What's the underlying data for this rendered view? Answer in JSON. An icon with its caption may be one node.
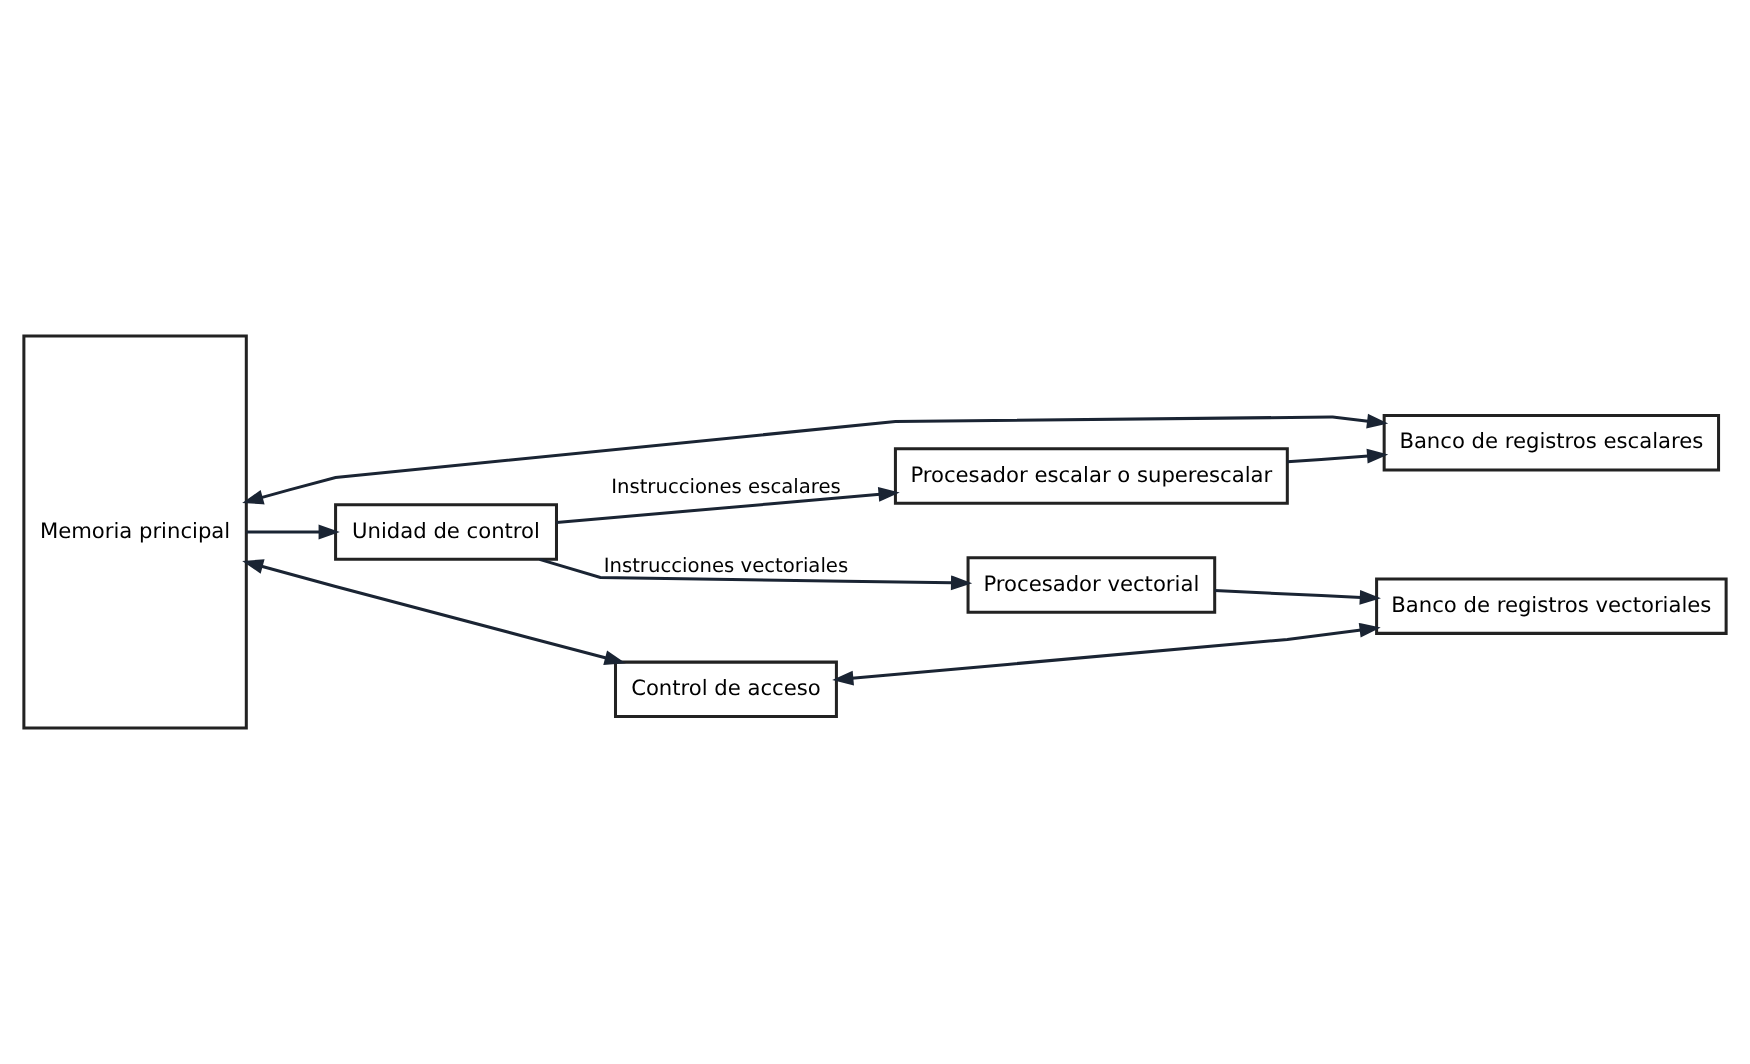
{
  "diagram": {
    "nodes": [
      {
        "text": [
          "Memoria principal"
        ]
      },
      {
        "text": [
          "Unidad de control"
        ]
      },
      {
        "text": [
          "Procesador escalar o superescalar"
        ]
      },
      {
        "text": [
          "Banco de registros escalares"
        ]
      },
      {
        "text": [
          "Procesador vectorial"
        ]
      },
      {
        "text": [
          "Banco de registros vectoriales"
        ]
      },
      {
        "text": [
          "Control de acceso"
        ]
      }
    ],
    "edges": [
      {
        "from": 0,
        "to": 3,
        "arrow": "both"
      },
      {
        "from": 0,
        "to": 1,
        "arrow": "to"
      },
      {
        "from": 1,
        "to": 2,
        "arrow": "to",
        "label": "Instrucciones escalares"
      },
      {
        "from": 1,
        "to": 4,
        "arrow": "to",
        "label": "Instrucciones vectoriales"
      },
      {
        "from": 2,
        "to": 3,
        "arrow": "to"
      },
      {
        "from": 4,
        "to": 5,
        "arrow": "to"
      },
      {
        "from": 0,
        "to": 6,
        "arrow": "both"
      },
      {
        "from": 6,
        "to": 5,
        "arrow": "both"
      }
    ]
  }
}
